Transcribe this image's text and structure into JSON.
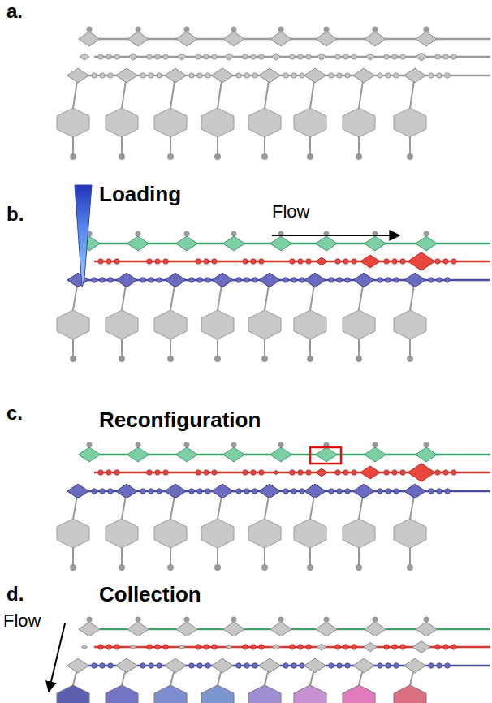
{
  "diagram": {
    "labels": [
      "a.",
      "b.",
      "Loading",
      "Flow",
      "c.",
      "Reconfiguration",
      "d.",
      "Collection",
      "Flow"
    ]
  }
}
